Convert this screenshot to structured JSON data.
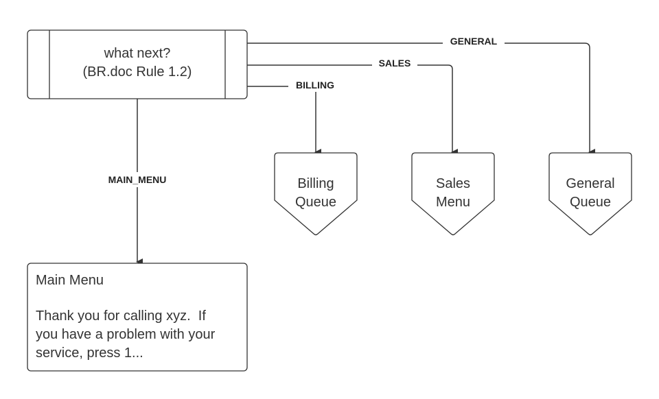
{
  "decision": {
    "line1": "what next?",
    "line2": "(BR.doc Rule 1.2)"
  },
  "edges": {
    "general": "GENERAL",
    "sales": "SALES",
    "billing": "BILLING",
    "main_menu": "MAIN_MENU"
  },
  "queues": [
    {
      "line1": "Billing",
      "line2": "Queue"
    },
    {
      "line1": "Sales",
      "line2": "Menu"
    },
    {
      "line1": "General",
      "line2": "Queue"
    }
  ],
  "main_menu_box": {
    "title": "Main Menu",
    "lines": [
      "Thank you for calling xyz.  If",
      "you have a problem with your",
      "service, press 1..."
    ]
  },
  "colors": {
    "stroke": "#333333",
    "background": "#ffffff"
  }
}
